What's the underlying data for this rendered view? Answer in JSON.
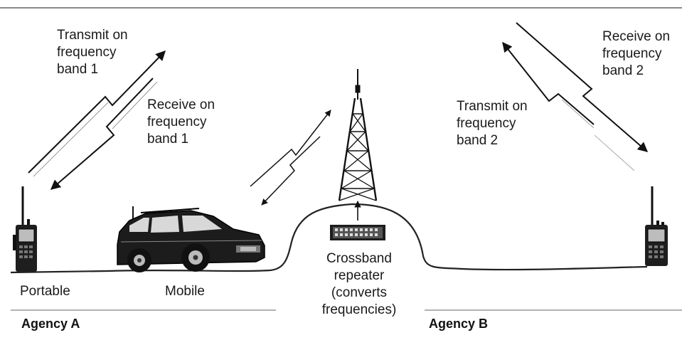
{
  "labels": {
    "transmit_a": [
      "Transmit on",
      "frequency",
      "band 1"
    ],
    "receive_a": [
      "Receive on",
      "frequency",
      "band 1"
    ],
    "transmit_b": [
      "Transmit on",
      "frequency",
      "band 2"
    ],
    "receive_b": [
      "Receive on",
      "frequency",
      "band 2"
    ],
    "portable": "Portable",
    "mobile": "Mobile",
    "repeater": [
      "Crossband",
      "repeater",
      "(converts",
      "frequencies)"
    ],
    "agency_a": "Agency A",
    "agency_b": "Agency B"
  },
  "icons": {
    "portable_radio_a": "handheld-radio-icon",
    "mobile_vehicle": "suv-with-antenna-icon",
    "tower": "radio-tower-icon",
    "repeater": "rack-repeater-icon",
    "portable_radio_b": "handheld-radio-icon"
  },
  "colors": {
    "ink": "#1a1a1a",
    "rule": "#444444"
  }
}
